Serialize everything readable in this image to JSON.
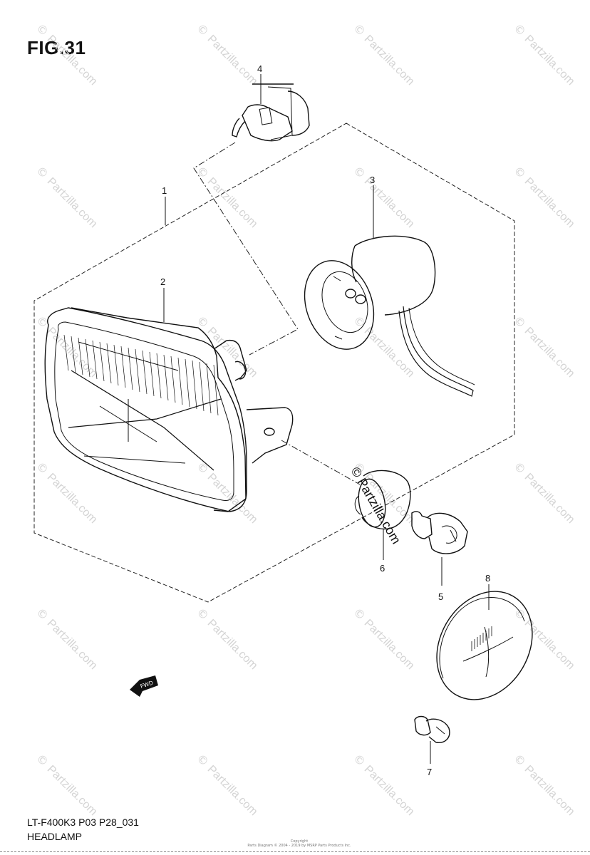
{
  "figure": {
    "title": "FIG.31",
    "code": "LT-F400K3 P03 P28_031",
    "name": "HEADLAMP",
    "copyright_line1": "Copyright",
    "copyright_line2": "Parts Diagram © 2004 - 2019 by MSRP Parts Products Inc."
  },
  "callouts": [
    {
      "id": "1",
      "label": "1"
    },
    {
      "id": "2",
      "label": "2"
    },
    {
      "id": "3",
      "label": "3"
    },
    {
      "id": "4",
      "label": "4"
    },
    {
      "id": "5",
      "label": "5"
    },
    {
      "id": "6",
      "label": "6"
    },
    {
      "id": "7",
      "label": "7"
    },
    {
      "id": "8",
      "label": "8"
    }
  ],
  "badges": {
    "fwd": "FWD"
  },
  "watermark": {
    "symbol": "©",
    "text": "Partzilla.com"
  },
  "colors": {
    "ink": "#111111",
    "watermark": "#d4d4d4"
  }
}
